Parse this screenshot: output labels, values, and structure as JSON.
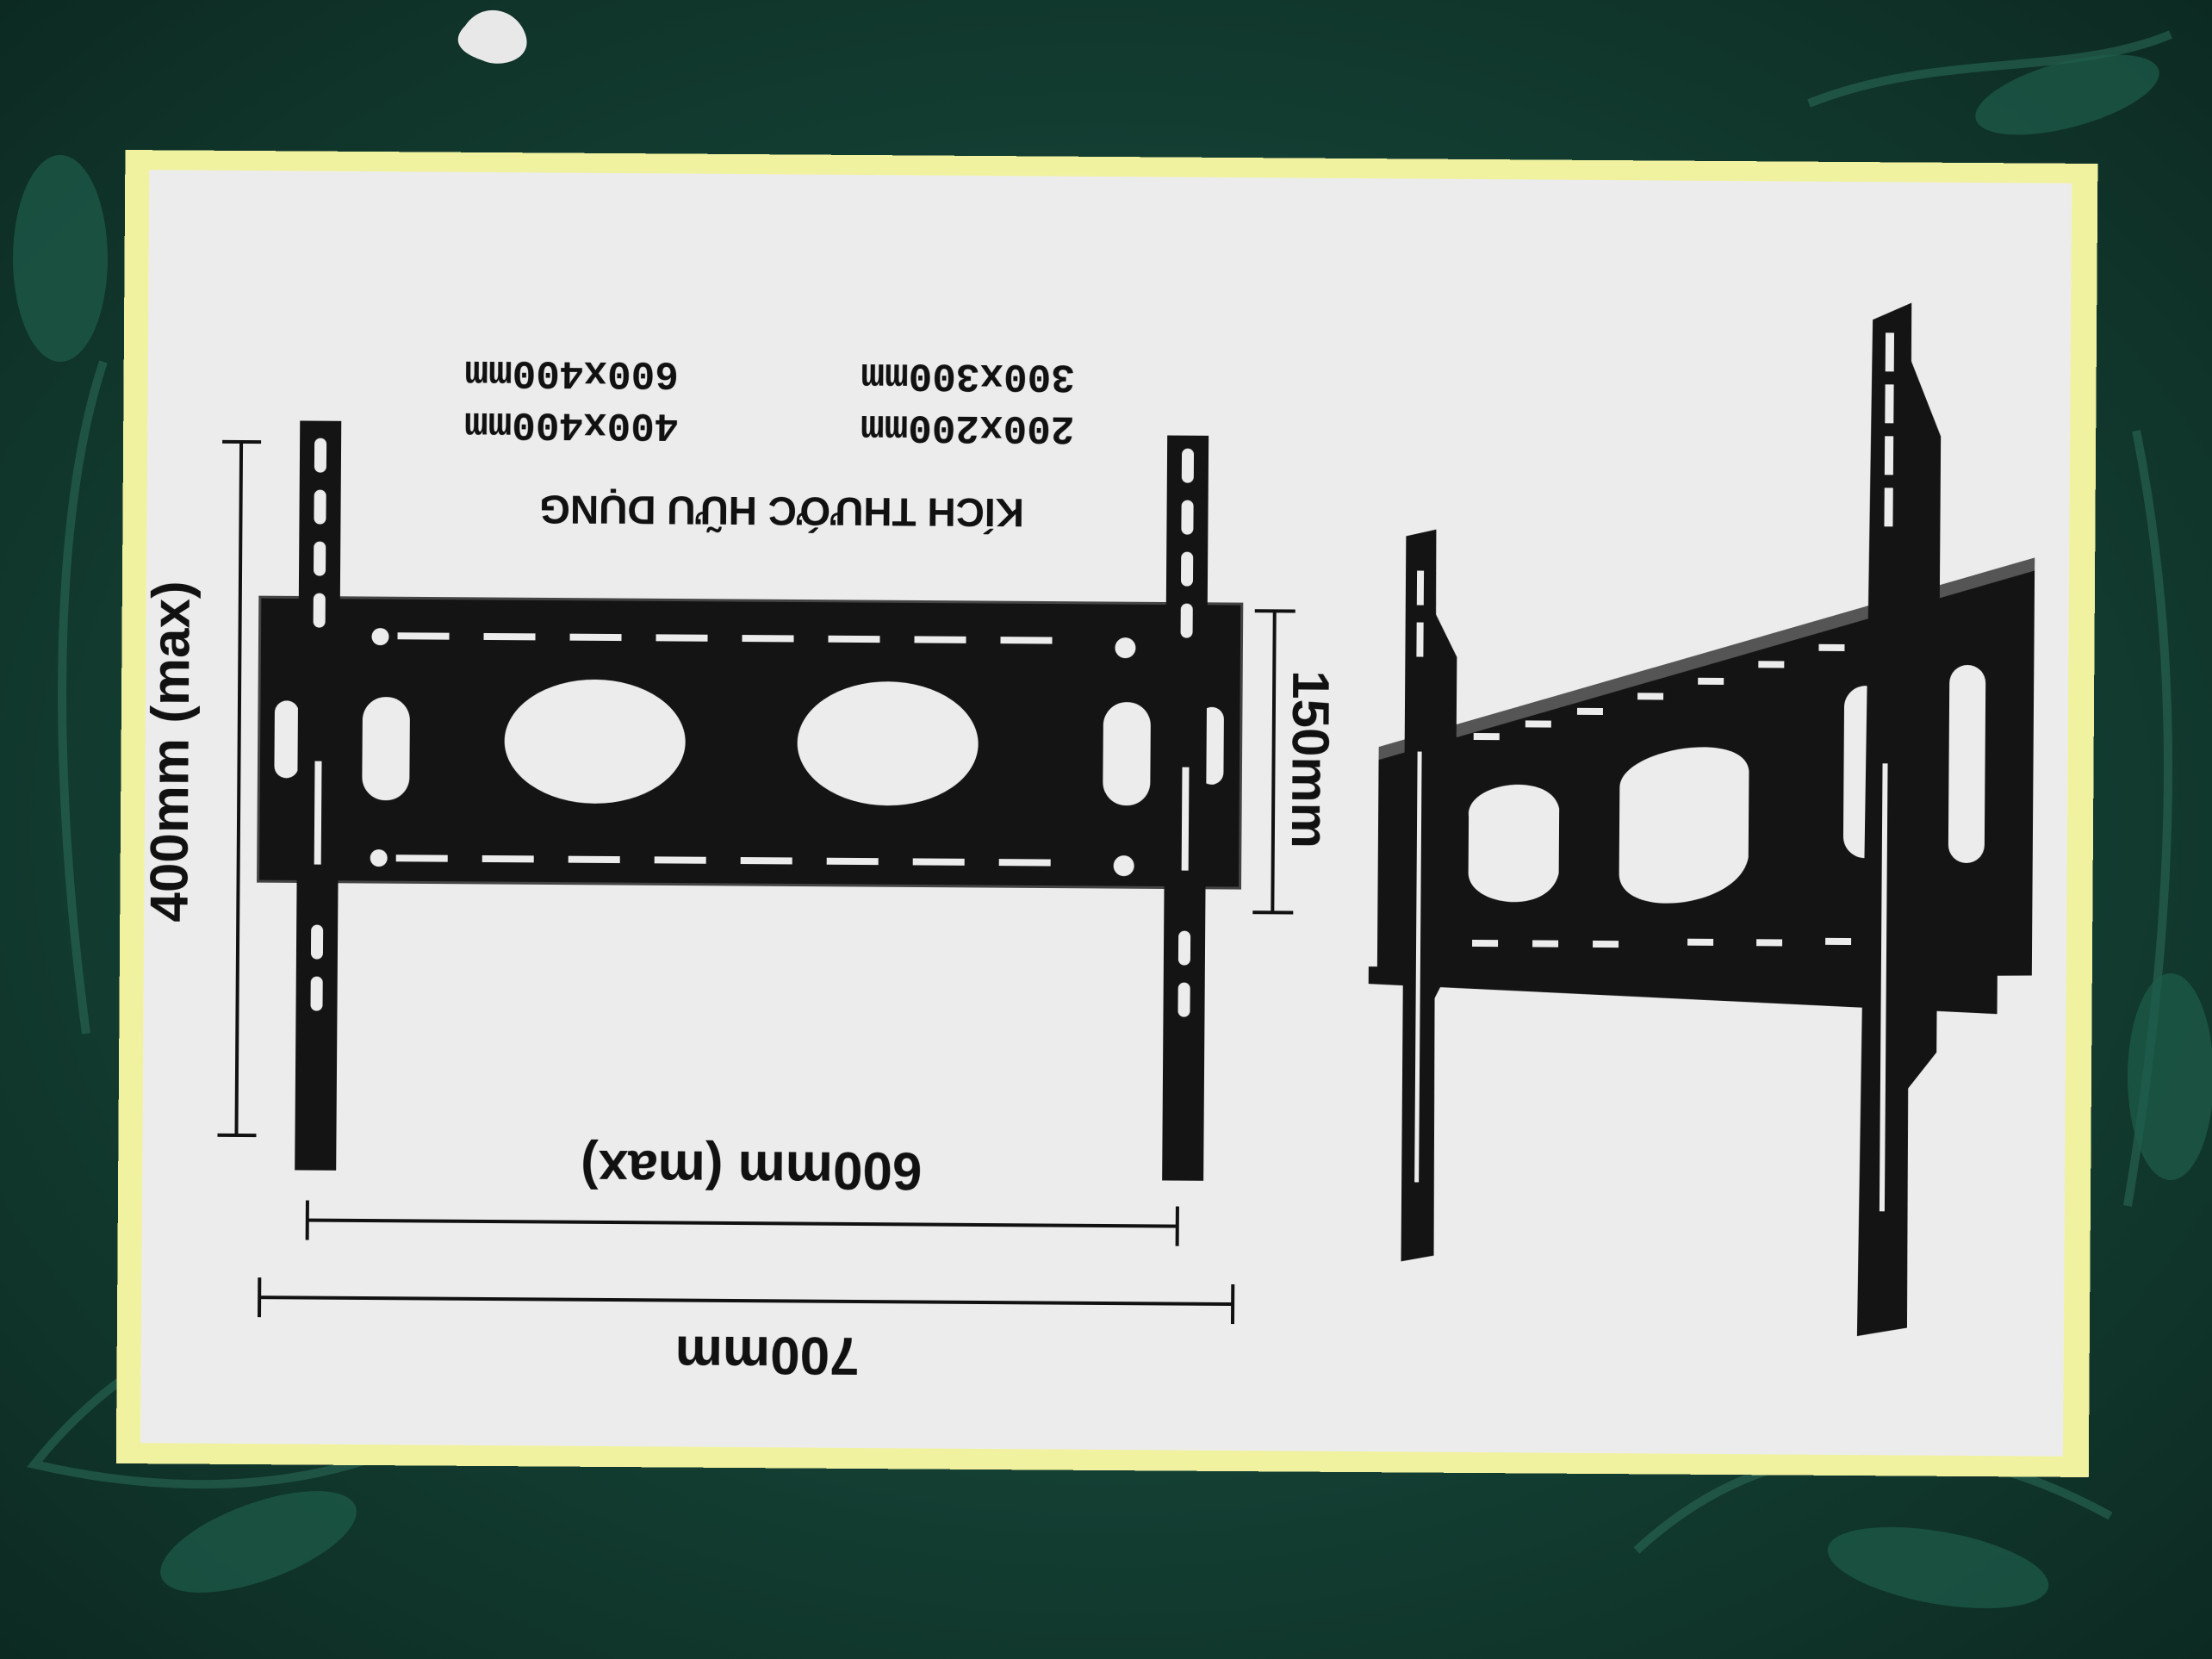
{
  "panel": {
    "heading": "KÍCH THƯỚC HỮU DỤNG",
    "vesa_sizes": {
      "left_column": [
        "300x300mm",
        "200x200mm"
      ],
      "right_column": [
        "600x400mm",
        "400x400mm"
      ]
    },
    "dimensions": {
      "overall_width": "700mm",
      "max_width": "600mm (max)",
      "max_height": "400mm (max)",
      "plate_height": "150mm"
    }
  },
  "colors": {
    "background_green": "#143f33",
    "panel_border": "#f1f2a0",
    "panel_fill": "#ececec",
    "ink": "#111111"
  }
}
